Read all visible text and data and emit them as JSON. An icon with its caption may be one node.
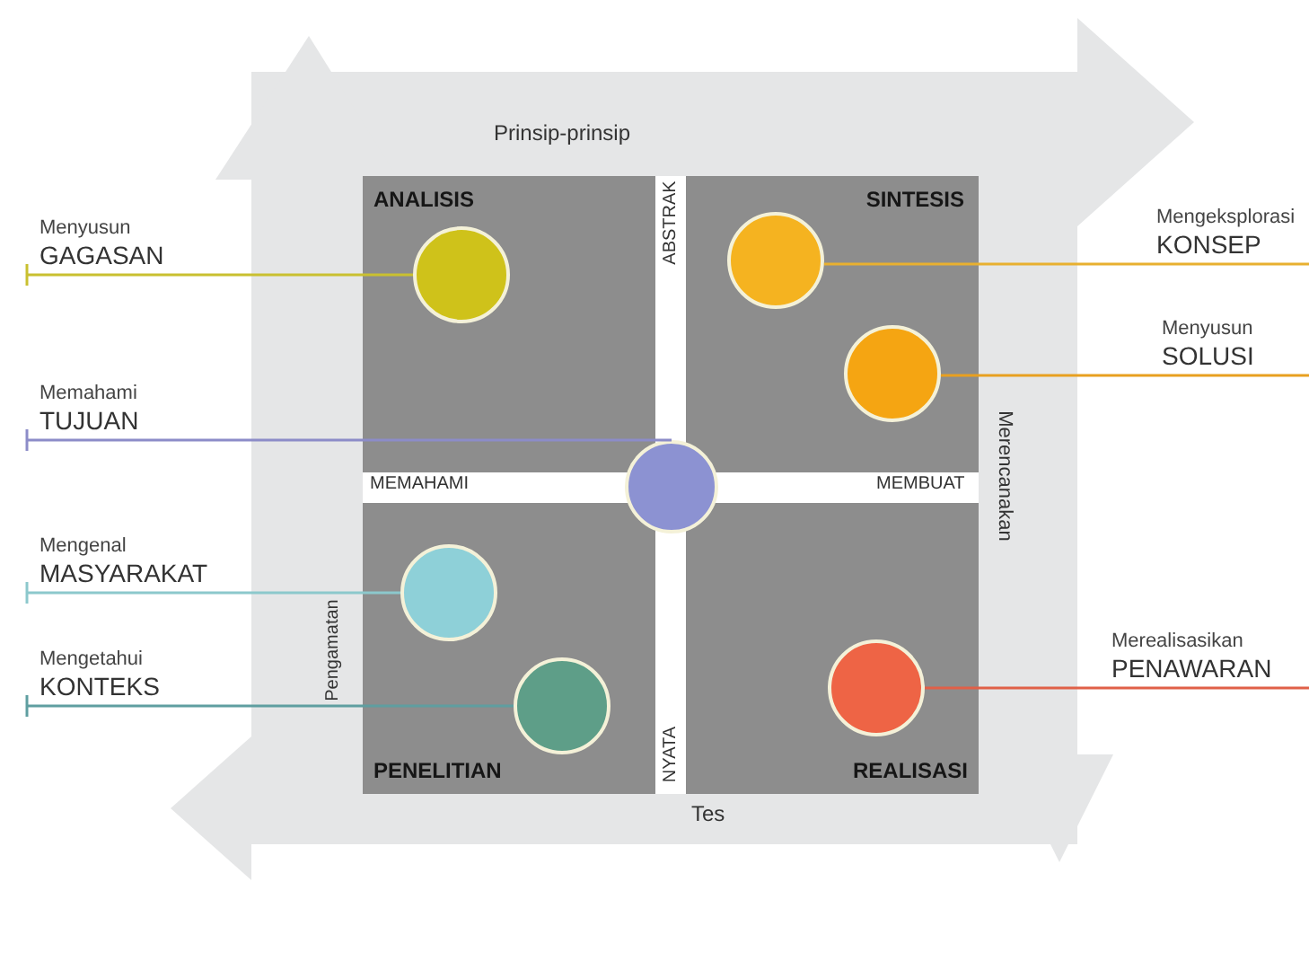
{
  "diagram": {
    "nodes": [
      {
        "text": [
          "ANALISIS"
        ]
      },
      {
        "text": [
          "SINTESIS"
        ]
      },
      {
        "text": [
          "PENELITIAN"
        ]
      },
      {
        "text": [
          "REALISASI"
        ]
      },
      {
        "text": [],
        "shape": "circle",
        "in": 0
      },
      {
        "text": [],
        "shape": "circle",
        "in": 1
      },
      {
        "text": [],
        "shape": "circle",
        "in": 1
      },
      {
        "text": [],
        "shape": "circle",
        "in": 2
      },
      {
        "text": [],
        "shape": "circle",
        "in": 2
      },
      {
        "text": [],
        "shape": "circle",
        "in": 3
      },
      {
        "text": [],
        "shape": "circle"
      },
      {
        "text": [
          "Menyusun",
          "GAGASAN"
        ]
      },
      {
        "text": [
          "Memahami",
          "TUJUAN"
        ]
      },
      {
        "text": [
          "Mengenal",
          "MASYARAKAT"
        ]
      },
      {
        "text": [
          "Mengetahui",
          "KONTEKS"
        ]
      },
      {
        "text": [
          "Mengeksplorasi",
          "KONSEP"
        ]
      },
      {
        "text": [
          "Menyusun",
          "SOLUSI"
        ]
      },
      {
        "text": [
          "Merealisasikan",
          "PENAWARAN"
        ]
      }
    ],
    "edges": [
      {
        "from": 11,
        "to": 4,
        "arrow": "other",
        "color": "#c9c030"
      },
      {
        "from": 12,
        "to": 10,
        "arrow": "other",
        "color": "#8c8cc8"
      },
      {
        "from": 13,
        "to": 7,
        "arrow": "other",
        "color": "#8cc8cc"
      },
      {
        "from": 14,
        "to": 8,
        "arrow": "other",
        "color": "#5f9ea0"
      },
      {
        "from": 15,
        "to": 5,
        "arrow": "none",
        "color": "#e8b030"
      },
      {
        "from": 16,
        "to": 6,
        "arrow": "none",
        "color": "#e8a020"
      },
      {
        "from": 17,
        "to": 9,
        "arrow": "none",
        "color": "#e06048"
      }
    ],
    "labels": [
      "Prinsip-prinsip",
      "ABSTRAK",
      "MEMAHAMI",
      "MEMBUAT",
      "Pengamatan",
      "Merencanakan",
      "NYATA",
      "Tes"
    ]
  }
}
